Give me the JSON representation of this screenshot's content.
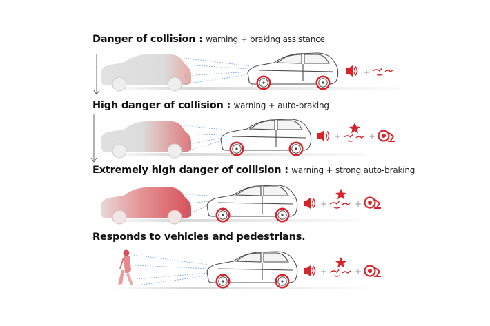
{
  "scenes": [
    {
      "title": "Danger of collision :",
      "detail": "warning + braking assistance"
    },
    {
      "title": "High danger of collision :",
      "detail": "warning + auto-braking"
    },
    {
      "title": "Extremely high danger of collision :",
      "detail": "warning + strong auto-braking"
    },
    {
      "title": "Responds to vehicles and pedestrians.",
      "detail": ""
    }
  ],
  "plus_sign": "+",
  "colors": {
    "accent": "#d8232a",
    "outline": "#4a4a4a",
    "ghost_car": "#cfcfcf",
    "sensor_line": "#5b9bd5"
  },
  "icons": [
    "alert-sound-icon",
    "brake-pedal-icon",
    "brake-impact-icon",
    "wheel-brake-icon",
    "pedestrian-icon"
  ]
}
